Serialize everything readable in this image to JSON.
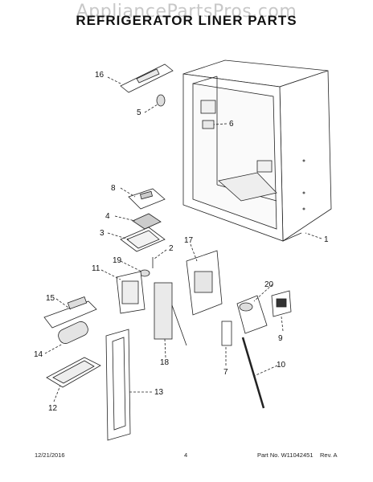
{
  "watermark": "AppliancePartsPros.com",
  "title": "REFRIGERATOR LINER PARTS",
  "callouts": [
    "16",
    "5",
    "6",
    "8",
    "4",
    "3",
    "2",
    "17",
    "19",
    "11",
    "15",
    "20",
    "9",
    "14",
    "1",
    "18",
    "7",
    "10",
    "13",
    "12"
  ],
  "footer": {
    "date": "12/21/2016",
    "page": "4",
    "part_number": "Part No. W11042451",
    "revision": "Rev. A"
  }
}
